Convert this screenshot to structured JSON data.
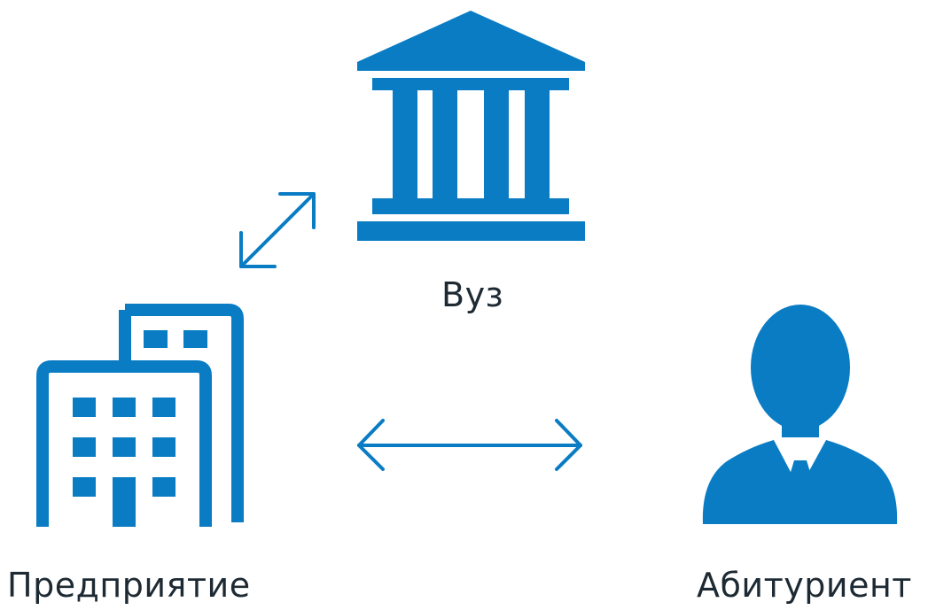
{
  "nodes": {
    "university": {
      "label": "Вуз",
      "icon": "university-building-icon"
    },
    "enterprise": {
      "label": "Предприятие",
      "icon": "office-buildings-icon"
    },
    "applicant": {
      "label": "Абитуриент",
      "icon": "person-icon"
    }
  },
  "connections": [
    {
      "from": "enterprise",
      "to": "university",
      "type": "bidirectional"
    },
    {
      "from": "enterprise",
      "to": "applicant",
      "type": "bidirectional"
    }
  ],
  "colors": {
    "icon": "#0a7cc4",
    "text": "#1e2a33",
    "background": "#ffffff"
  }
}
